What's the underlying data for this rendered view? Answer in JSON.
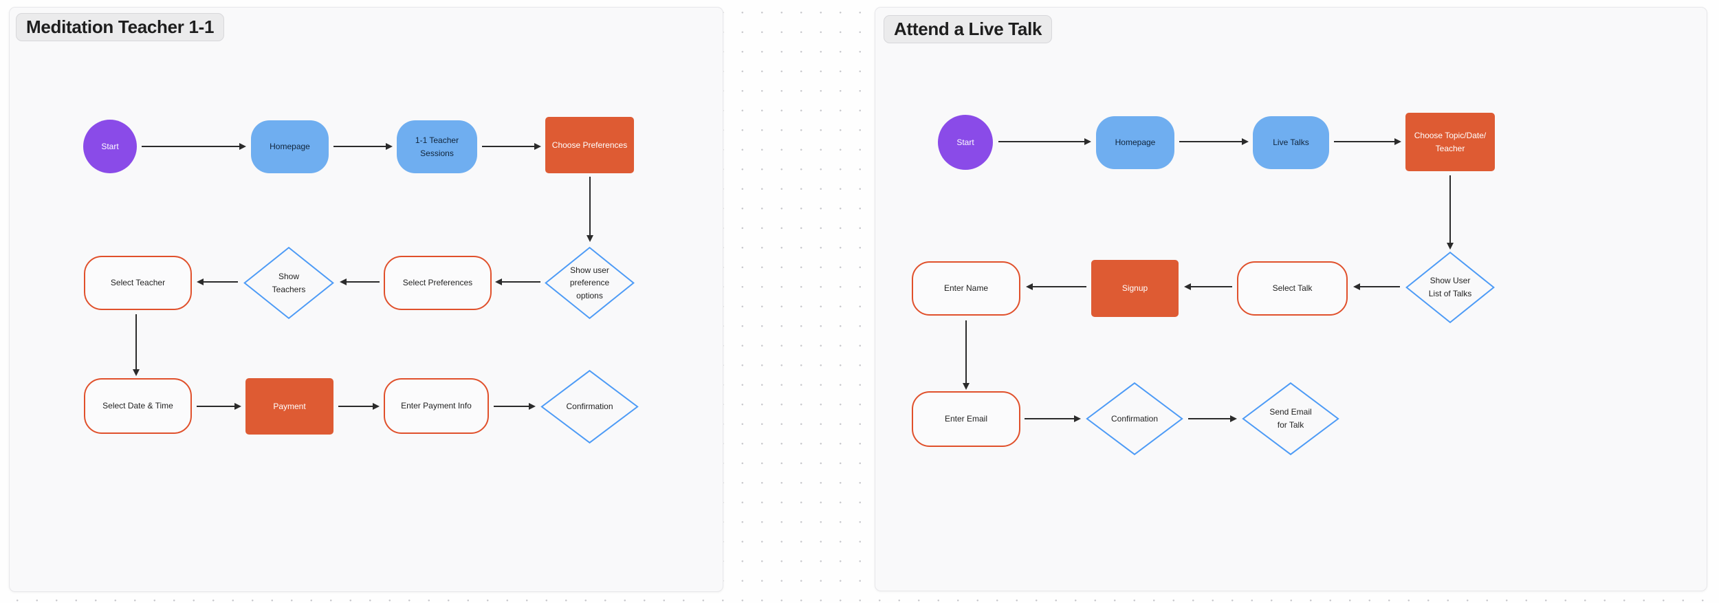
{
  "board": {
    "type": "whiteboard-flowcharts",
    "colors": {
      "canvas_background": "#fefefe",
      "grid_dot": "#c9c9cd",
      "section_background": "#f9f9fa",
      "section_border": "#e7e7ea",
      "chip_background": "#ebebec",
      "start_purple": "#8a4be8",
      "page_blue": "#6faef0",
      "action_orange": "#de5b33",
      "outline_orange": "#e0502b",
      "decision_blue_stroke": "#4d9bf6",
      "connector": "#2b2b2b",
      "text_dark": "#1f1f1f",
      "text_light": "#ffffff"
    }
  },
  "sections": [
    {
      "title": "Meditation Teacher 1-1",
      "nodes": [
        {
          "id": "start",
          "shape": "circle",
          "label": "Start"
        },
        {
          "id": "homepage",
          "shape": "pill",
          "label": "Homepage"
        },
        {
          "id": "teacher-sessions",
          "shape": "pill",
          "label": "1-1 Teacher Sessions"
        },
        {
          "id": "choose-preferences",
          "shape": "rect-filled",
          "label": "Choose Preferences"
        },
        {
          "id": "show-user-preference-options",
          "shape": "diamond",
          "label": "Show user preference options"
        },
        {
          "id": "select-preferences",
          "shape": "rect-outline",
          "label": "Select Preferences"
        },
        {
          "id": "show-teachers",
          "shape": "diamond",
          "label": "Show Teachers"
        },
        {
          "id": "select-teacher",
          "shape": "rect-outline",
          "label": "Select Teacher"
        },
        {
          "id": "select-date-time",
          "shape": "rect-outline",
          "label": "Select Date & Time"
        },
        {
          "id": "payment",
          "shape": "rect-filled",
          "label": "Payment"
        },
        {
          "id": "enter-payment-info",
          "shape": "rect-outline",
          "label": "Enter Payment Info"
        },
        {
          "id": "confirmation",
          "shape": "diamond",
          "label": "Confirmation"
        }
      ]
    },
    {
      "title": "Attend a Live Talk",
      "nodes": [
        {
          "id": "start",
          "shape": "circle",
          "label": "Start"
        },
        {
          "id": "homepage",
          "shape": "pill",
          "label": "Homepage"
        },
        {
          "id": "live-talks",
          "shape": "pill",
          "label": "Live Talks"
        },
        {
          "id": "choose-topic-date-teacher",
          "shape": "rect-filled",
          "label": "Choose Topic/Date/ Teacher"
        },
        {
          "id": "show-user-list-of-talks",
          "shape": "diamond",
          "label": "Show User List of Talks"
        },
        {
          "id": "select-talk",
          "shape": "rect-outline",
          "label": "Select Talk"
        },
        {
          "id": "signup",
          "shape": "rect-filled",
          "label": "Signup"
        },
        {
          "id": "enter-name",
          "shape": "rect-outline",
          "label": "Enter Name"
        },
        {
          "id": "enter-email",
          "shape": "rect-outline",
          "label": "Enter Email"
        },
        {
          "id": "confirmation",
          "shape": "diamond",
          "label": "Confirmation"
        },
        {
          "id": "send-email-for-talk",
          "shape": "diamond",
          "label": "Send Email for Talk"
        }
      ]
    }
  ]
}
